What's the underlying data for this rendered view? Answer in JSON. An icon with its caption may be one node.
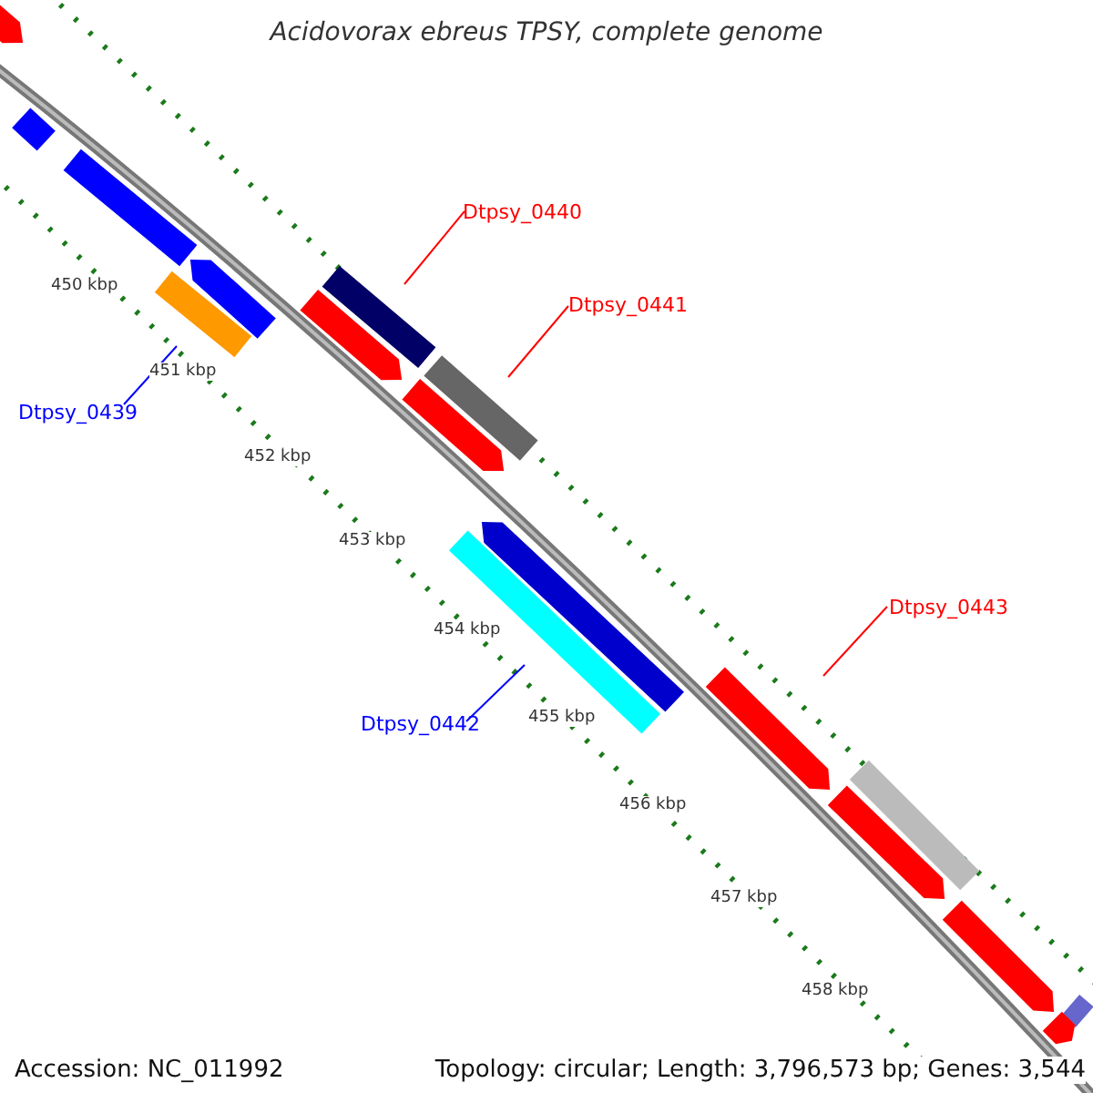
{
  "diagram": {
    "title": "Acidovorax ebreus TPSY, complete genome",
    "nodes": [
      {
        "text": [],
        "shape": "bar"
      },
      {
        "text": [],
        "shape": "bar"
      },
      {
        "text": [],
        "shape": "bar"
      },
      {
        "text": [],
        "shape": "bar"
      },
      {
        "text": [],
        "shape": "bar"
      },
      {
        "text": [
          "Dtpsy_0439"
        ]
      },
      {
        "text": [
          "Dtpsy_0440"
        ]
      },
      {
        "text": [],
        "shape": "bar"
      },
      {
        "text": [],
        "shape": "bar"
      },
      {
        "text": [
          "Dtpsy_0441"
        ]
      },
      {
        "text": [],
        "shape": "bar"
      },
      {
        "text": [],
        "shape": "bar"
      },
      {
        "text": [],
        "shape": "bar"
      },
      {
        "text": [],
        "shape": "bar"
      },
      {
        "text": [
          "Dtpsy_0442"
        ]
      },
      {
        "text": [
          "Dtpsy_0443"
        ]
      },
      {
        "text": [],
        "shape": "bar"
      },
      {
        "text": [],
        "shape": "bar"
      },
      {
        "text": [],
        "shape": "bar"
      },
      {
        "text": [],
        "shape": "bar"
      },
      {
        "text": [],
        "shape": "bar"
      },
      {
        "text": [],
        "shape": "bar"
      }
    ],
    "edges": [
      {
        "from": 5,
        "to": 4,
        "arrow": "none",
        "color": "#0000ff"
      },
      {
        "from": 6,
        "to": 7,
        "arrow": "none"
      },
      {
        "from": 9,
        "to": 10,
        "arrow": "none"
      },
      {
        "from": 14,
        "to": 13,
        "arrow": "none",
        "color": "#0000ff"
      },
      {
        "from": 15,
        "to": 16,
        "arrow": "none"
      }
    ],
    "labels": [
      "450 kbp",
      "451 kbp",
      "452 kbp",
      "453 kbp",
      "454 kbp",
      "455 kbp",
      "456 kbp",
      "457 kbp",
      "458 kbp",
      "Accession: NC_011992",
      "Topology: circular; Length: 3,796,573 bp; Genes: 3,544"
    ]
  }
}
